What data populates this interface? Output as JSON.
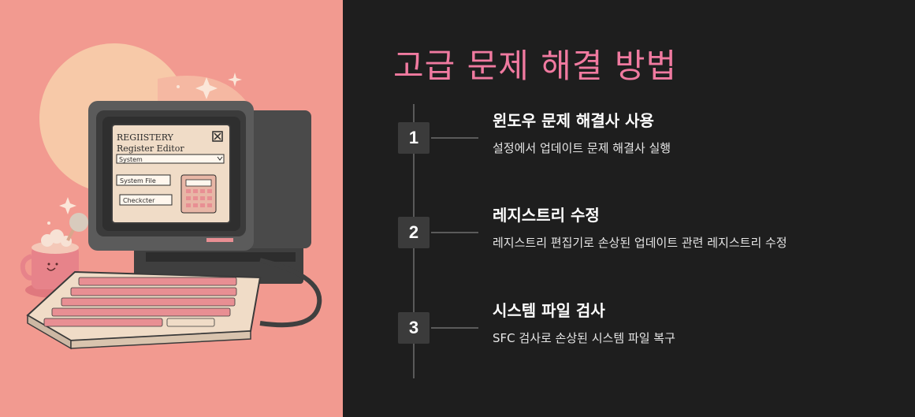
{
  "title": "고급 문제 해결 방법",
  "illustration": {
    "screen_title": "REGIISTERY",
    "screen_subtitle": "Register Editor",
    "dropdown_value": "System",
    "button_1": "System File",
    "button_2": "Checkcter",
    "colors": {
      "background": "#f29a90",
      "monitor": "#5b5b5b",
      "screen_bg": "#f0dcc7",
      "keyboard": "#f0dcc7",
      "keys": "#e88f93"
    }
  },
  "steps": [
    {
      "number": "1",
      "title": "윈도우 문제 해결사 사용",
      "description": "설정에서 업데이트 문제 해결사 실행"
    },
    {
      "number": "2",
      "title": "레지스트리 수정",
      "description": "레지스트리 편집기로 손상된 업데이트 관련 레지스트리 수정"
    },
    {
      "number": "3",
      "title": "시스템 파일 검사",
      "description": "SFC 검사로 손상된 시스템 파일 복구"
    }
  ],
  "colors": {
    "accent": "#f07aa0",
    "badge": "#3b3b3b",
    "panel": "#1e1e1e"
  }
}
